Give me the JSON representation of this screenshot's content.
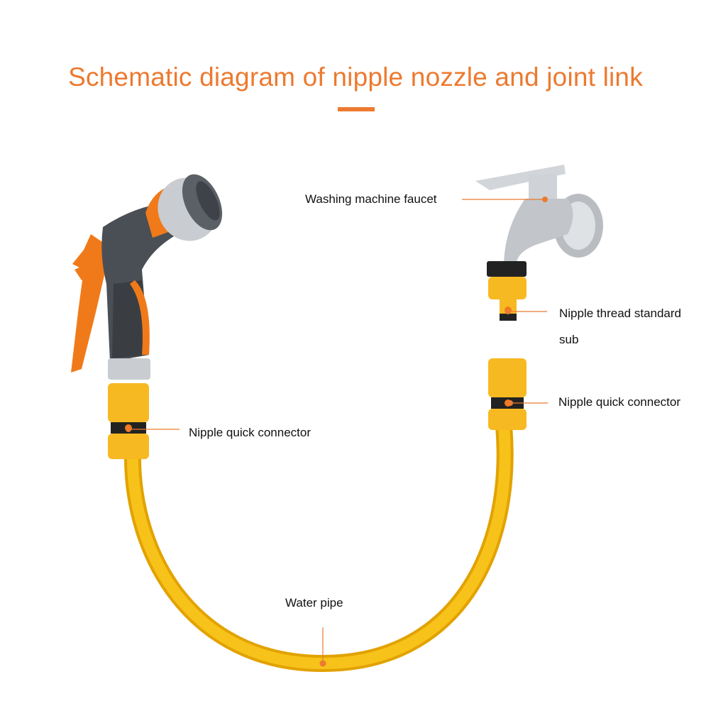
{
  "title": "Schematic diagram of nipple nozzle and joint link",
  "colors": {
    "accent": "#ec7a30",
    "hose": "#f5b400",
    "connector": "#f7b922",
    "nozzle_body": "#4a4f55",
    "chrome": "#c9ccd0"
  },
  "labels": {
    "washing_machine_faucet": "Washing machine faucet",
    "nipple_thread_standard_sub_line1": "Nipple thread standard",
    "nipple_thread_standard_sub_line2": "sub",
    "nipple_quick_connector_right": "Nipple quick connector",
    "nipple_quick_connector_left": "Nipple quick connector",
    "water_pipe": "Water pipe"
  }
}
